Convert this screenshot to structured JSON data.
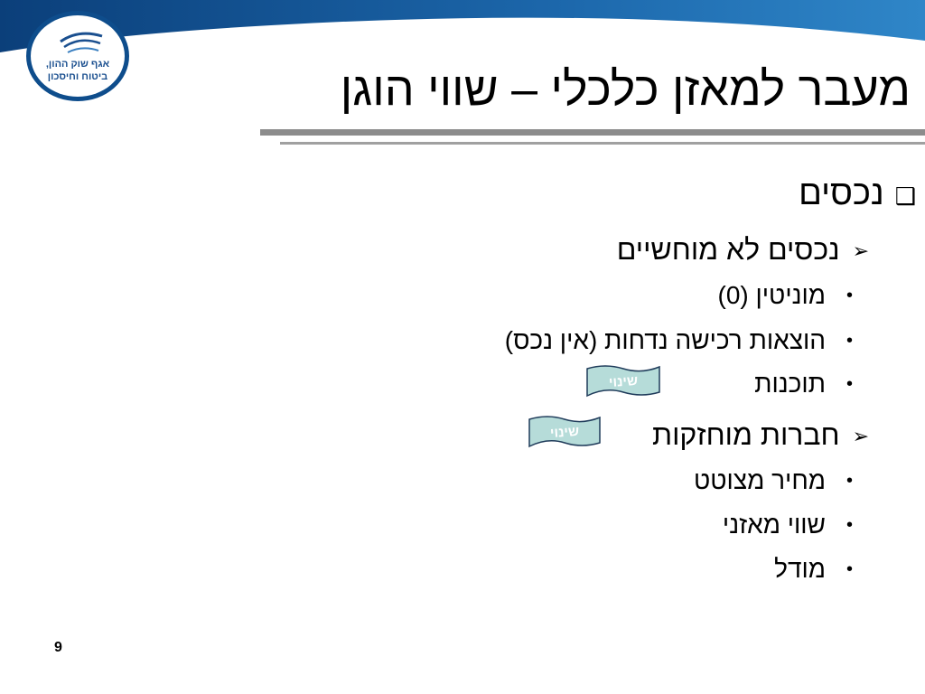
{
  "slide": {
    "title": "מעבר למאזן כלכלי – שווי הוגן",
    "page_number": "9"
  },
  "logo": {
    "line1": "אגף שוק ההון,",
    "line2": "ביטוח וחיסכון"
  },
  "content": {
    "heading": "נכסים",
    "section1": {
      "label": "נכסים לא מוחשיים",
      "items": [
        "מוניטין (0)",
        "הוצאות רכישה נדחות (אין נכס)",
        "תוכנות"
      ]
    },
    "section2": {
      "label": "חברות מוחזקות",
      "items": [
        "מחיר מצוטט",
        "שווי מאזני",
        "מודל"
      ]
    }
  },
  "flags": {
    "change1": "שינוי",
    "change2": "שינוי"
  },
  "colors": {
    "band_dark": "#0e4d8c",
    "band_light": "#2f86c8",
    "flag_fill": "#b6dcd9",
    "flag_stroke": "#1f3b5a",
    "rule": "#8c8c8c"
  }
}
